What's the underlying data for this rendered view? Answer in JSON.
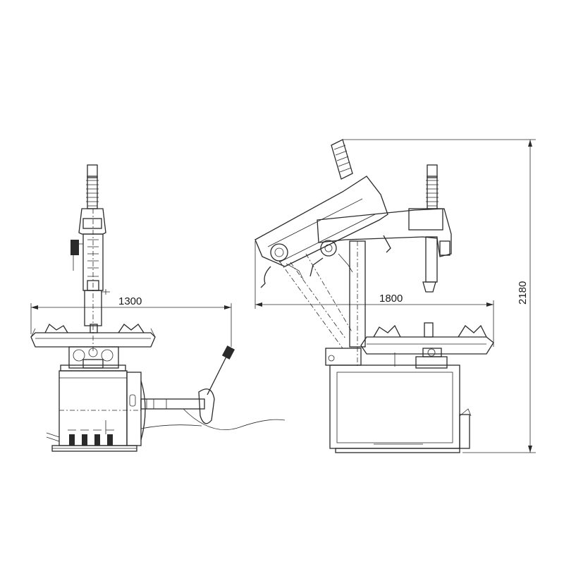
{
  "dimensions": {
    "width_front": "1300",
    "width_side": "1800",
    "height": "2180"
  }
}
